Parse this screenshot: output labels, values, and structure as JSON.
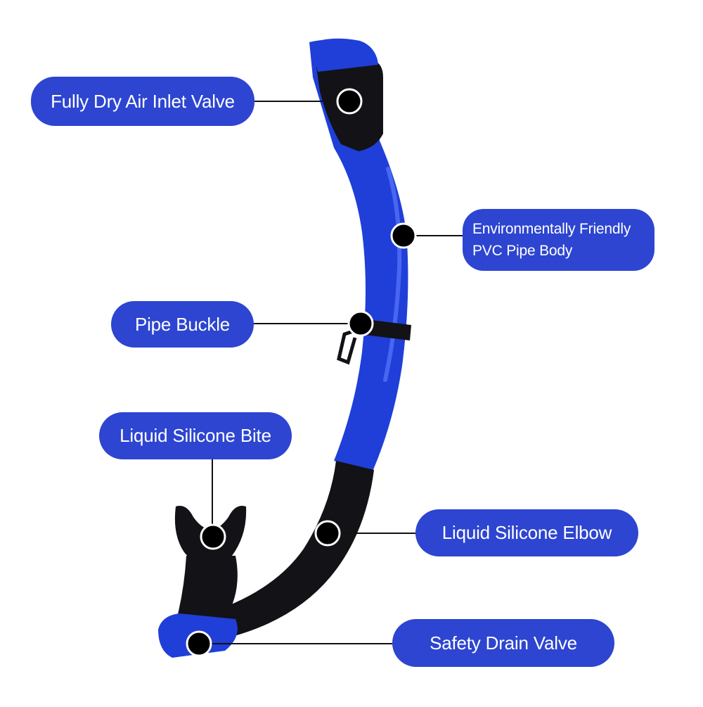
{
  "colors": {
    "pill": "#2d45d0",
    "tube_blue": "#1f3fd8",
    "tube_highlight": "#5b78ff",
    "black_part": "#121217",
    "leader_line": "#111111"
  },
  "callouts": {
    "inlet_valve": "Fully Dry Air Inlet Valve",
    "pipe_body_line1": "Environmentally Friendly",
    "pipe_body_line2": "PVC Pipe Body",
    "pipe_buckle": "Pipe Buckle",
    "silicone_bite": "Liquid Silicone Bite",
    "silicone_elbow": "Liquid Silicone Elbow",
    "drain_valve": "Safety Drain Valve"
  }
}
